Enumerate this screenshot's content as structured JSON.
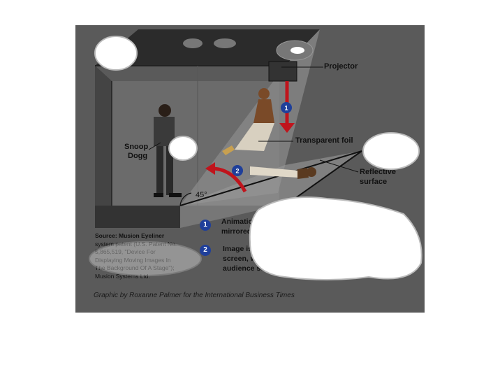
{
  "labels": {
    "projector": "Projector",
    "transparent_foil": "Transparent foil",
    "reflective_surface_line1": "Reflective",
    "reflective_surface_line2": "surface",
    "snoop_line1": "Snoop",
    "snoop_line2": "Dogg",
    "angle": "45°"
  },
  "steps": [
    {
      "number": "1",
      "text_line1": "Animation of Tupac is projected onto the",
      "text_line2": "mirrored surface"
    },
    {
      "number": "2",
      "text_line1": "Image is reflected onto the transparent",
      "text_line2": "screen, which is angled such that the",
      "text_line3": "audience sees Tupac but not the foil."
    }
  ],
  "source": {
    "heading": "Source: Musion Eyeliner",
    "line2": "system patent (U.S. Patent No.",
    "line3": "5,865,519, \"Device For",
    "line4": "Displaying Moving Images In",
    "line5": "The Background Of A Stage\");",
    "line6": "Musion Systems Ltd."
  },
  "credit": "Graphic by Roxanne Palmer for the International Business Times",
  "colors": {
    "background": "#5a5a5a",
    "box_dark": "#2b2b2b",
    "arrow_red": "#c0141c",
    "badge_blue": "#1f3f9a",
    "foil": "#8a8a8a"
  }
}
